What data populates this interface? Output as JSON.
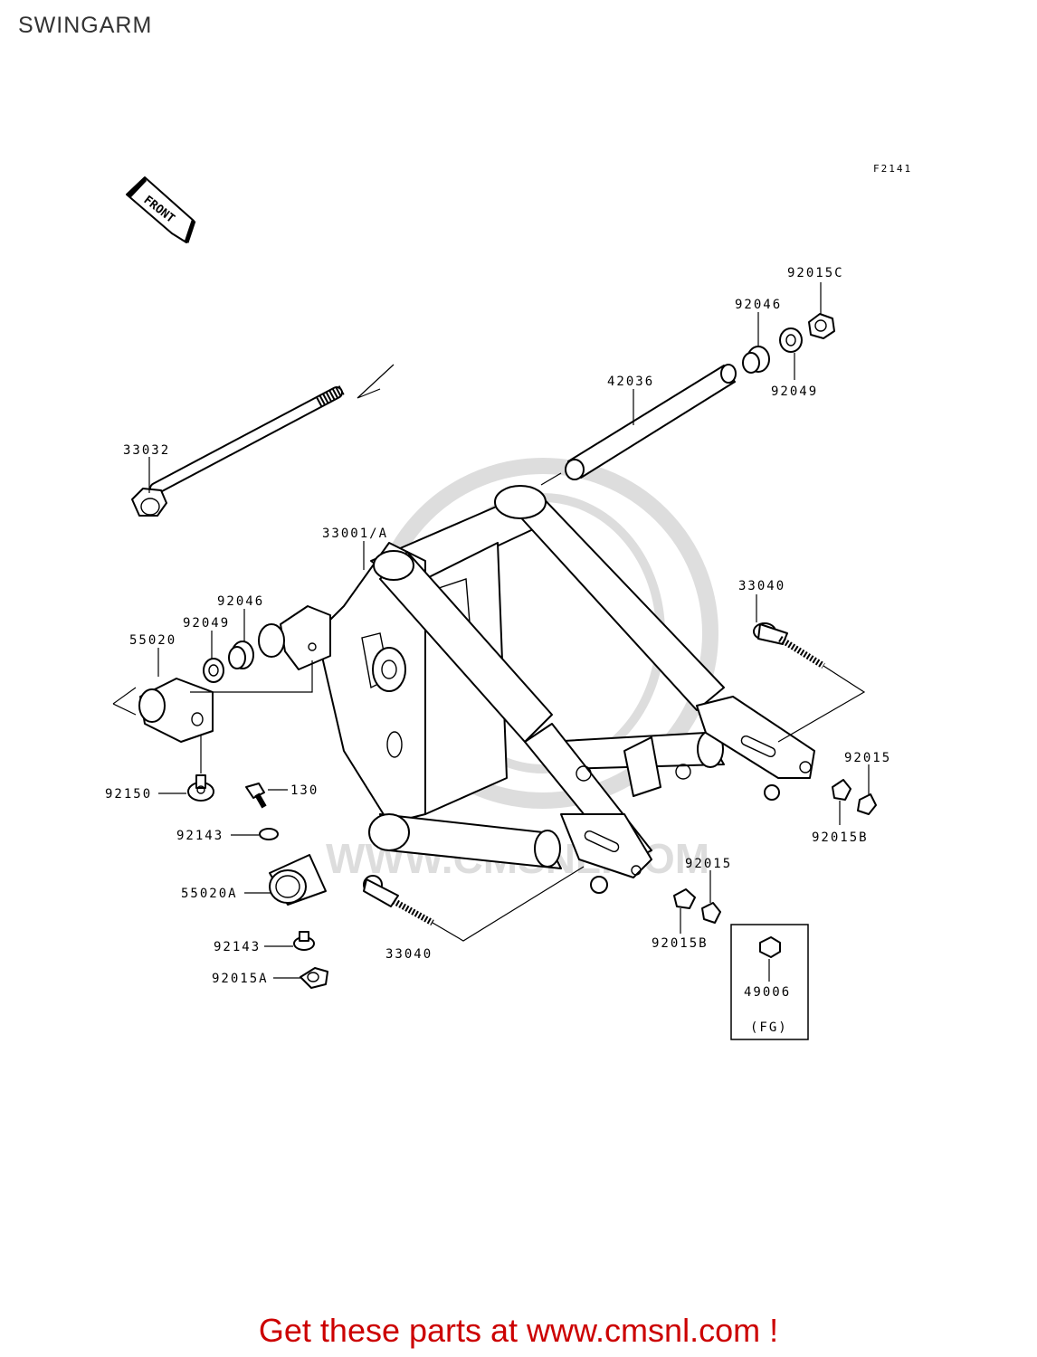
{
  "page": {
    "title": "SWINGARM",
    "figure_id": "F2141",
    "front_label": "FRONT",
    "footer": "Get these parts at www.cmsnl.com !",
    "watermark": "WWW.CMSNL.COM"
  },
  "callouts": [
    {
      "id": "33032",
      "text": "33032"
    },
    {
      "id": "42036",
      "text": "42036"
    },
    {
      "id": "92046-top",
      "text": "92046"
    },
    {
      "id": "92015c",
      "text": "92015C"
    },
    {
      "id": "92049-top",
      "text": "92049"
    },
    {
      "id": "33001a",
      "text": "33001/A"
    },
    {
      "id": "92046-left",
      "text": "92046"
    },
    {
      "id": "92049-left",
      "text": "92049"
    },
    {
      "id": "55020",
      "text": "55020"
    },
    {
      "id": "33040-right",
      "text": "33040"
    },
    {
      "id": "92150",
      "text": "92150"
    },
    {
      "id": "130",
      "text": "130"
    },
    {
      "id": "92143-top",
      "text": "92143"
    },
    {
      "id": "55020a",
      "text": "55020A"
    },
    {
      "id": "92143-bottom",
      "text": "92143"
    },
    {
      "id": "92015a",
      "text": "92015A"
    },
    {
      "id": "33040-bottom",
      "text": "33040"
    },
    {
      "id": "92015-right",
      "text": "92015"
    },
    {
      "id": "92015b-right",
      "text": "92015B"
    },
    {
      "id": "92015-bottom",
      "text": "92015"
    },
    {
      "id": "92015b-bottom",
      "text": "92015B"
    },
    {
      "id": "49006",
      "text": "49006"
    },
    {
      "id": "fg",
      "text": "(FG)"
    }
  ]
}
